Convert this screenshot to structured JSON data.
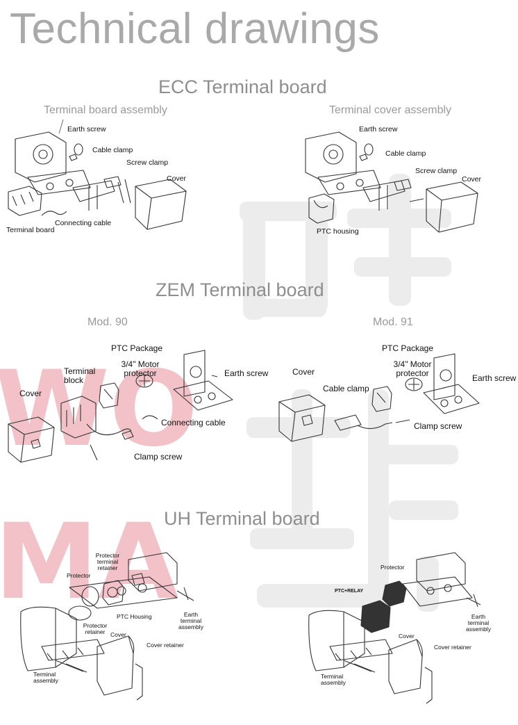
{
  "page": {
    "title": "Technical drawings"
  },
  "watermark": {
    "letters": [
      "WO",
      "MA"
    ],
    "color": "#f2c2c8",
    "glyph_color": "#ececec"
  },
  "sections": {
    "ecc": {
      "heading": "ECC Terminal board",
      "left": {
        "subtitle": "Terminal board assembly",
        "labels": {
          "earth_screw": "Earth screw",
          "cable_clamp": "Cable clamp",
          "screw_clamp": "Screw clamp",
          "cover": "Cover",
          "terminal_board": "Terminal board",
          "connecting_cable": "Connecting cable"
        }
      },
      "right": {
        "subtitle": "Terminal cover assembly",
        "labels": {
          "earth_screw": "Earth screw",
          "cable_clamp": "Cable clamp",
          "screw_clamp": "Screw clamp",
          "cover": "Cover",
          "ptc_housing": "PTC housing"
        }
      }
    },
    "zem": {
      "heading": "ZEM Terminal board",
      "left": {
        "subtitle": "Mod. 90",
        "labels": {
          "ptc_package": "PTC Package",
          "terminal_block_1": "Terminal",
          "terminal_block_2": "block",
          "motor_protector_1": "3/4\" Motor",
          "motor_protector_2": "protector",
          "earth_screw": "Earth screw",
          "cover": "Cover",
          "connecting_cable": "Connecting cable",
          "clamp_screw": "Clamp screw"
        }
      },
      "right": {
        "subtitle": "Mod. 91",
        "labels": {
          "ptc_package": "PTC Package",
          "motor_protector_1": "3/4\" Motor",
          "motor_protector_2": "protector",
          "earth_screw": "Earth screw",
          "cover": "Cover",
          "cable_clamp": "Cable clamp",
          "clamp_screw": "Clamp screw"
        }
      }
    },
    "uh": {
      "heading": "UH Terminal board",
      "left": {
        "labels": {
          "protector_terminal_retainer_1": "Protector",
          "protector_terminal_retainer_2": "terminal",
          "protector_terminal_retainer_3": "retainer",
          "protector": "Protector",
          "ptc_housing": "PTC Housing",
          "earth_terminal_assembly_1": "Earth",
          "earth_terminal_assembly_2": "terminal",
          "earth_terminal_assembly_3": "assembly",
          "protector_retainer_1": "Protector",
          "protector_retainer_2": "retainer",
          "cover": "Cover",
          "cover_retainer": "Cover retainer",
          "terminal_assembly_1": "Terminal",
          "terminal_assembly_2": "assembly"
        }
      },
      "right": {
        "labels": {
          "protector": "Protector",
          "ptc_relay": "PTC+RELAY",
          "earth_terminal_assembly_1": "Earth",
          "earth_terminal_assembly_2": "terminal",
          "earth_terminal_assembly_3": "assembly",
          "cover": "Cover",
          "cover_retainer": "Cover retainer",
          "terminal_assembly_1": "Terminal",
          "terminal_assembly_2": "assembly"
        }
      }
    }
  }
}
